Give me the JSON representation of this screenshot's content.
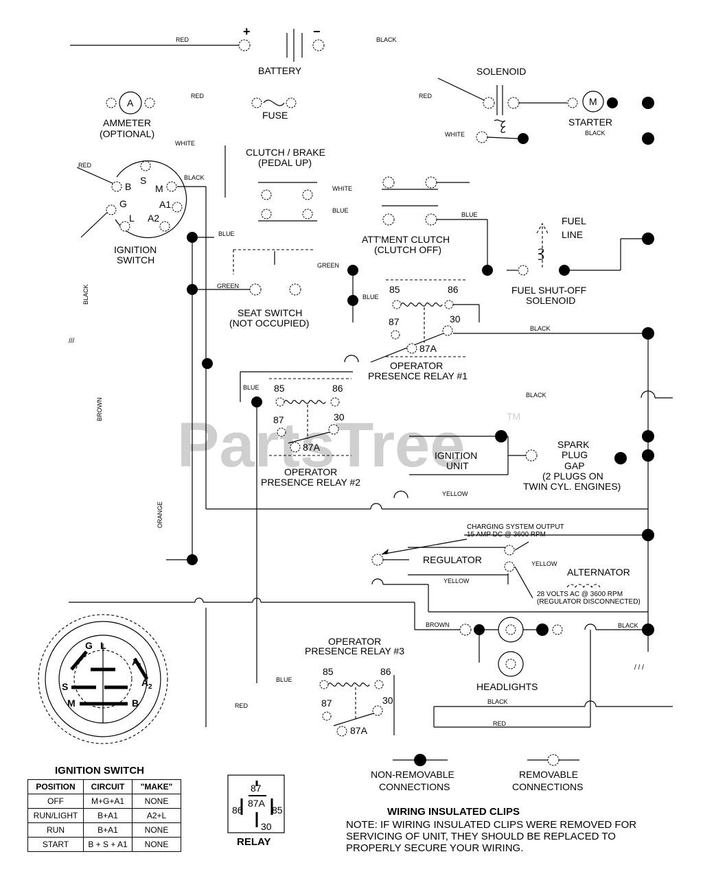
{
  "components": {
    "battery": "BATTERY",
    "battery_plus": "+",
    "battery_minus": "−",
    "solenoid": "SOLENOID",
    "ammeter_l1": "AMMETER",
    "ammeter_l2": "(OPTIONAL)",
    "ammeter_letter": "A",
    "fuse": "FUSE",
    "starter": "STARTER",
    "starter_letter": "M",
    "clutch_brake_l1": "CLUTCH / BRAKE",
    "clutch_brake_l2": "(PEDAL UP)",
    "ignition_switch_l1": "IGNITION",
    "ignition_switch_l2": "SWITCH",
    "attment_clutch_l1": "ATT'MENT CLUTCH",
    "attment_clutch_l2": "(CLUTCH OFF)",
    "fuel_line_l1": "FUEL",
    "fuel_line_l2": "LINE",
    "fuel_shutoff_l1": "FUEL SHUT-OFF",
    "fuel_shutoff_l2": "SOLENOID",
    "seat_switch_l1": "SEAT SWITCH",
    "seat_switch_l2": "(NOT OCCUPIED)",
    "relay1_l1": "OPERATOR",
    "relay1_l2": "PRESENCE RELAY #1",
    "relay2_l1": "OPERATOR",
    "relay2_l2": "PRESENCE RELAY #2",
    "relay3_l1": "OPERATOR",
    "relay3_l2": "PRESENCE RELAY #3",
    "ignition_unit_l1": "IGNITION",
    "ignition_unit_l2": "UNIT",
    "spark_l1": "SPARK",
    "spark_l2": "PLUG",
    "spark_l3": "GAP",
    "spark_l4": "(2 PLUGS ON",
    "spark_l5": "TWIN CYL. ENGINES)",
    "charging_l1": "CHARGING SYSTEM OUTPUT",
    "charging_l2": "15 AMP DC @ 3600 RPM",
    "regulator": "REGULATOR",
    "alternator": "ALTERNATOR",
    "alt_volts_l1": "28 VOLTS AC @ 3600 RPM",
    "alt_volts_l2": "(REGULATOR DISCONNECTED)",
    "headlights": "HEADLIGHTS",
    "relay_legend": "RELAY",
    "wiring_clips_title": "WIRING INSULATED CLIPS",
    "note_l1": "NOTE: IF WIRING INSULATED CLIPS WERE REMOVED FOR",
    "note_l2": "SERVICING OF UNIT, THEY SHOULD BE REPLACED TO",
    "note_l3": "PROPERLY SECURE YOUR WIRING.",
    "non_removable_l1": "NON-REMOVABLE",
    "non_removable_l2": "CONNECTIONS",
    "removable_l1": "REMOVABLE",
    "removable_l2": "CONNECTIONS",
    "ign_dial_title": "IGNITION SWITCH"
  },
  "terminals": {
    "ign_S": "S",
    "ign_B": "B",
    "ign_M": "M",
    "ign_G": "G",
    "ign_A1": "A1",
    "ign_L": "L",
    "ign_A2": "A2",
    "r1_85": "85",
    "r1_86": "86",
    "r1_87": "87",
    "r1_30": "30",
    "r1_87A": "87A",
    "r2_85": "85",
    "r2_86": "86",
    "r2_87": "87",
    "r2_30": "30",
    "r2_87A": "87A",
    "r3_85": "85",
    "r3_86": "86",
    "r3_87": "87",
    "r3_30": "30",
    "r3_87A": "87A",
    "leg_87": "87",
    "leg_87A": "87A",
    "leg_86": "86",
    "leg_85": "85",
    "leg_30": "30",
    "dial_G": "G",
    "dial_L": "L",
    "dial_A1": "A",
    "dial_A1_sub": "1",
    "dial_S": "S",
    "dial_A2": "A",
    "dial_A2_sub": "2",
    "dial_M": "M",
    "dial_B": "B"
  },
  "wires": {
    "red_battery": "RED",
    "black_battery": "BLACK",
    "red_ammeter": "RED",
    "white_ammeter": "WHITE",
    "red_solenoid": "RED",
    "white_solenoid": "WHITE",
    "black_starter": "BLACK",
    "red_ign": "RED",
    "black_ign": "BLACK",
    "blue_ign": "BLUE",
    "white_clutch": "WHITE",
    "blue_clutch": "BLUE",
    "blue_att": "BLUE",
    "green_seat": "GREEN",
    "green_relay": "GREEN",
    "blue_relay1": "BLUE",
    "black_relay1": "BLACK",
    "black_left": "BLACK",
    "brown_left": "BROWN",
    "orange_left": "ORANGE",
    "blue_relay2": "BLUE",
    "black_mid": "BLACK",
    "yellow_ign": "YELLOW",
    "yellow_reg": "YELLOW",
    "yellow_alt": "YELLOW",
    "brown_head": "BROWN",
    "black_head": "BLACK",
    "black_r3": "BLACK",
    "red_r3": "RED",
    "blue_bottom": "BLUE",
    "red_bottom": "RED"
  },
  "watermark": "PartsTree",
  "watermark_tm": "TM",
  "ignition_table": {
    "headers": [
      "POSITION",
      "CIRCUIT",
      "\"MAKE\""
    ],
    "rows": [
      [
        "OFF",
        "M+G+A1",
        "NONE"
      ],
      [
        "RUN/LIGHT",
        "B+A1",
        "A2+L"
      ],
      [
        "RUN",
        "B+A1",
        "NONE"
      ],
      [
        "START",
        "B + S + A1",
        "NONE"
      ]
    ]
  }
}
